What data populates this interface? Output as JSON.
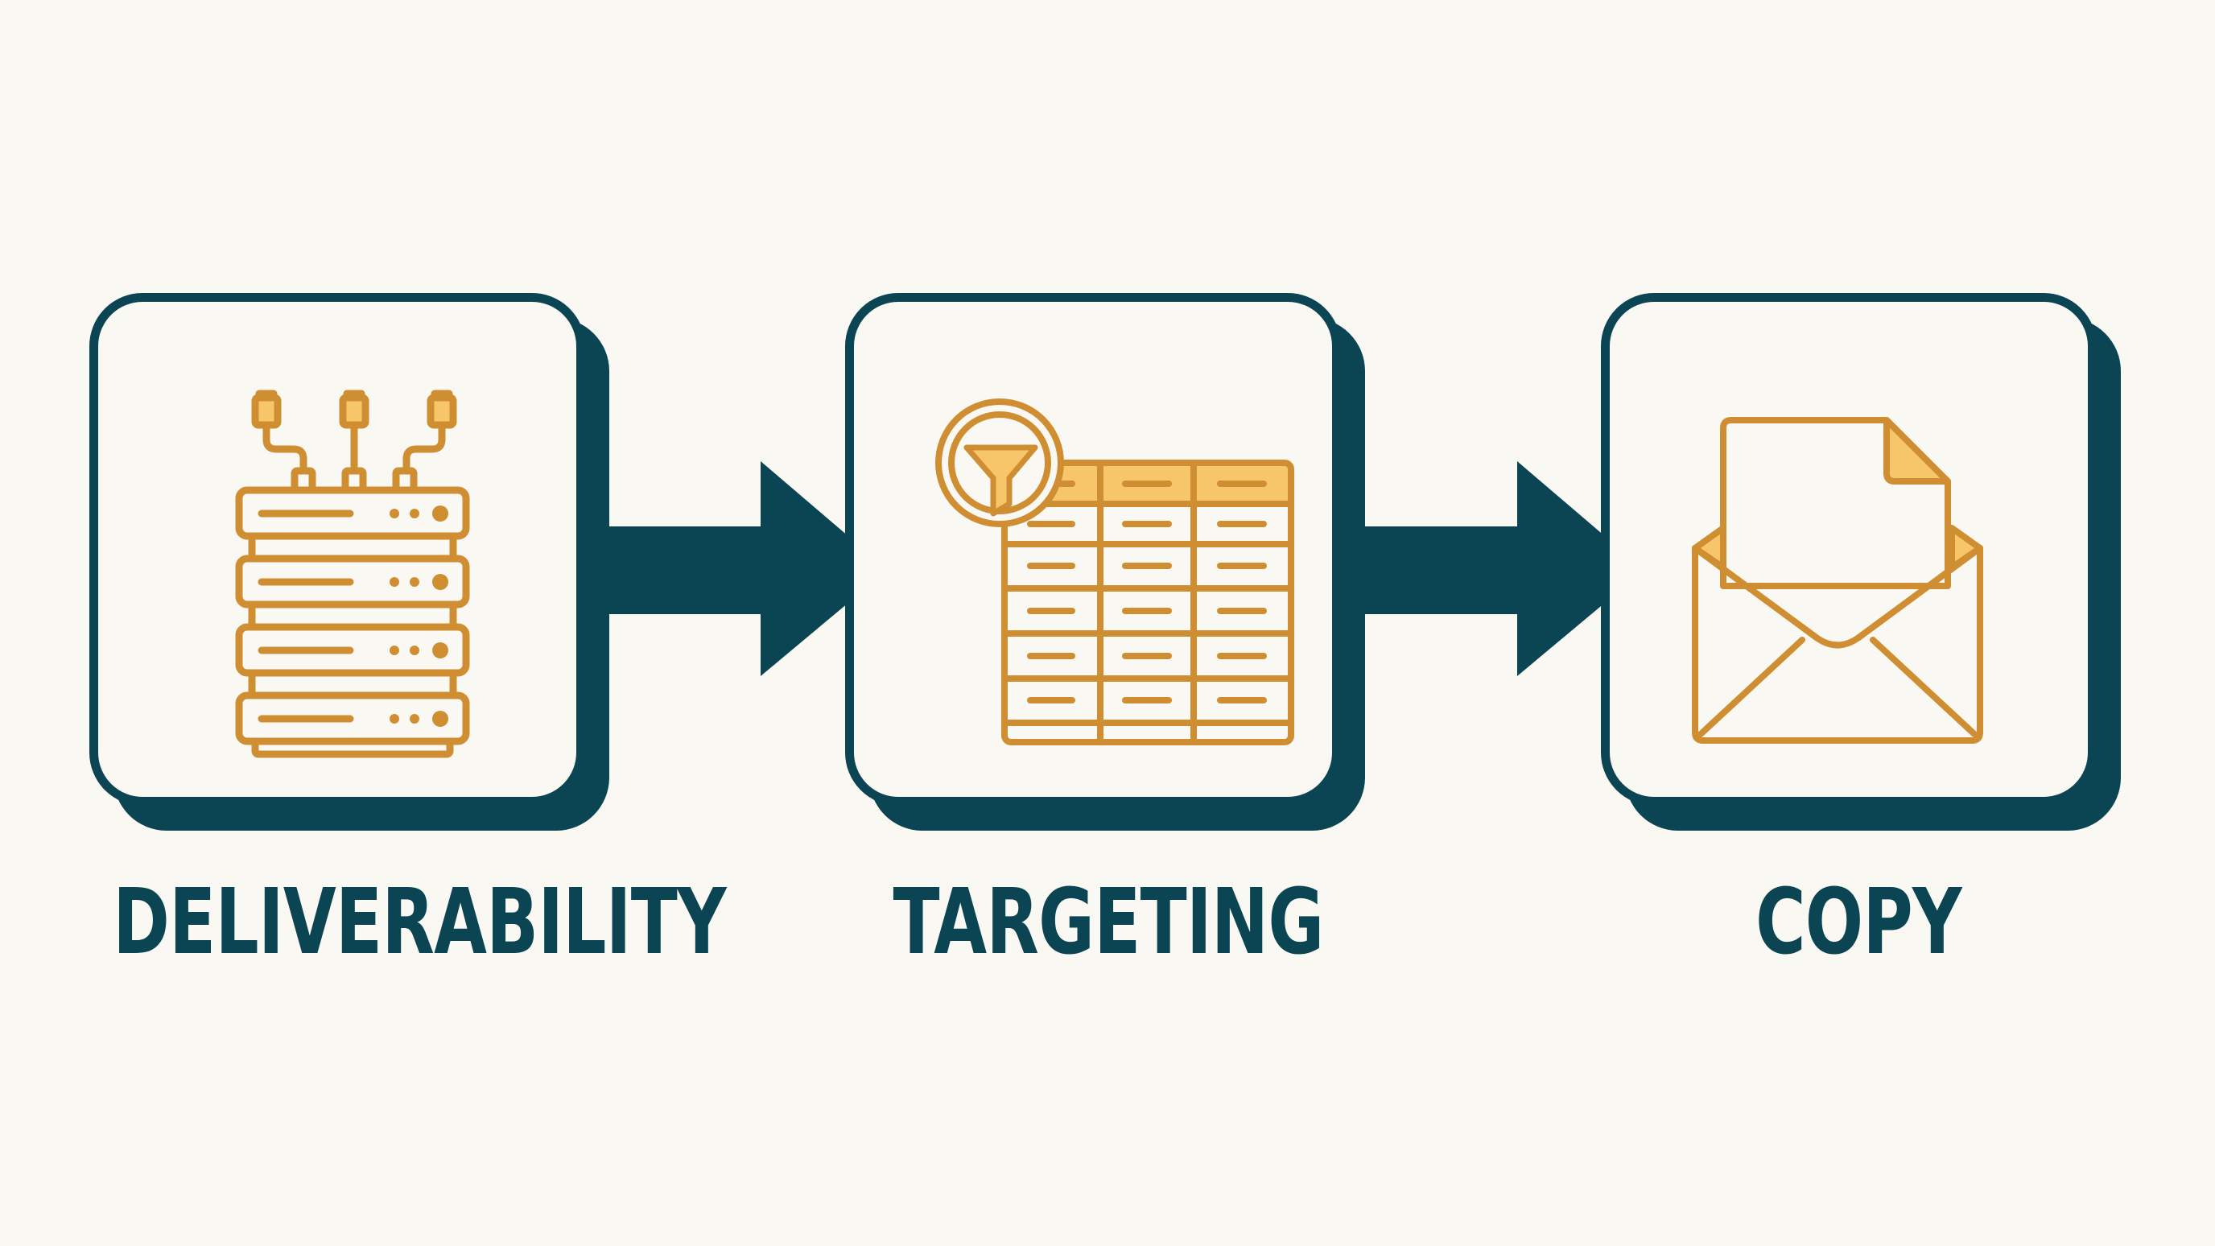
{
  "colors": {
    "background": "#faf8f3",
    "frame": "#0b4452",
    "icon_stroke": "#d08e33",
    "icon_fill": "#f7c56a"
  },
  "steps": [
    {
      "label": "DELIVERABILITY",
      "icon": "server-rack-icon"
    },
    {
      "label": "TARGETING",
      "icon": "filtered-table-icon"
    },
    {
      "label": "COPY",
      "icon": "envelope-letter-icon"
    }
  ],
  "connectors": [
    {
      "from": "DELIVERABILITY",
      "to": "TARGETING",
      "icon": "right-arrow-icon"
    },
    {
      "from": "TARGETING",
      "to": "COPY",
      "icon": "right-arrow-icon"
    }
  ]
}
